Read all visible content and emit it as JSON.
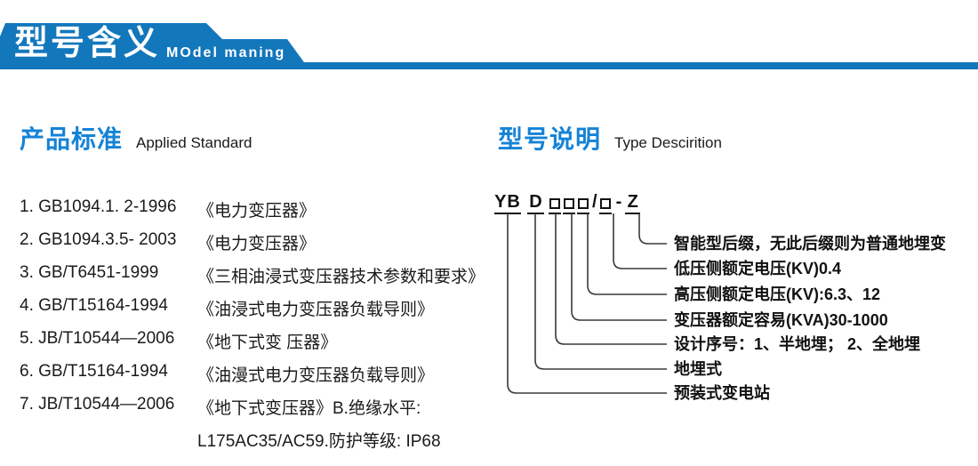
{
  "banner": {
    "title": "型号含义",
    "subtitle": "MOdel maning"
  },
  "sections": {
    "left": {
      "title_zh": "产品标准",
      "title_en": "Applied Standard"
    },
    "right": {
      "title_zh": "型号说明",
      "title_en": "Type Descirition"
    }
  },
  "standards": [
    {
      "code": "1. GB1094.1. 2-1996",
      "name": "《电力变压器》"
    },
    {
      "code": "2. GB1094.3.5- 2003",
      "name": "《电力变压器》"
    },
    {
      "code": "3. GB/T6451-1999",
      "name": "《三相油浸式变压器技术参数和要求》"
    },
    {
      "code": "4. GB/T15164-1994",
      "name": "《油浸式电力变压器负载导则》"
    },
    {
      "code": "5. JB/T10544—2006",
      "name": "《地下式变 压器》"
    },
    {
      "code": "6. GB/T15164-1994",
      "name": "《油漫式电力变压器负载导则》"
    },
    {
      "code": "7. JB/T10544—2006",
      "name": "《地下式变压器》B.绝缘水平:"
    },
    {
      "code": "",
      "name": "L175AC35/AC59.防护等级: IP68"
    }
  ],
  "model_code": {
    "prefix": "YB",
    "type_letter": "D",
    "slash": "/",
    "hyphen": "-",
    "suffix": "Z"
  },
  "model_labels": [
    "智能型后缀，无此后缀则为普通地埋变",
    "低压侧额定电压(KV)0.4",
    "高压侧额定电压(KV):6.3、12",
    "变压器额定容易(KVA)30-1000",
    "设计序号：1、半地埋； 2、全地埋",
    "地埋式",
    "预装式变电站"
  ],
  "colors": {
    "banner_blue": "#1377bc",
    "heading_blue": "#1583d6",
    "line_color": "#3a3a3a"
  }
}
